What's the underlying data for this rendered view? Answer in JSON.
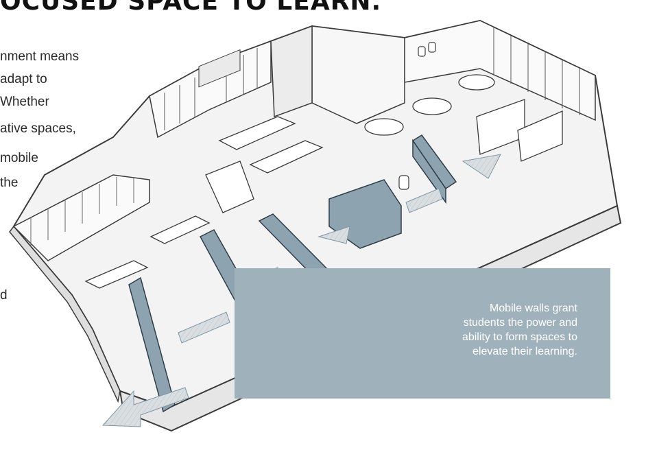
{
  "headline": "OCUSED SPACE TO LEARN.",
  "intro_lines": [
    "nment means",
    "adapt to",
    "Whether",
    "ative spaces,",
    "mobile",
    "the",
    "d"
  ],
  "callout": {
    "text": "Mobile walls grant\nstudents the power and\nability to form spaces to\nelevate their learning."
  },
  "colors": {
    "callout_bg": "#9fb2bc",
    "wall_fill": "#8ea3b0",
    "arrow_fill": "#7e97a5",
    "line": "#3a3a3a"
  },
  "icons": [
    "classroom-floorplan-illustration",
    "mobile-wall-arrow-icon"
  ]
}
